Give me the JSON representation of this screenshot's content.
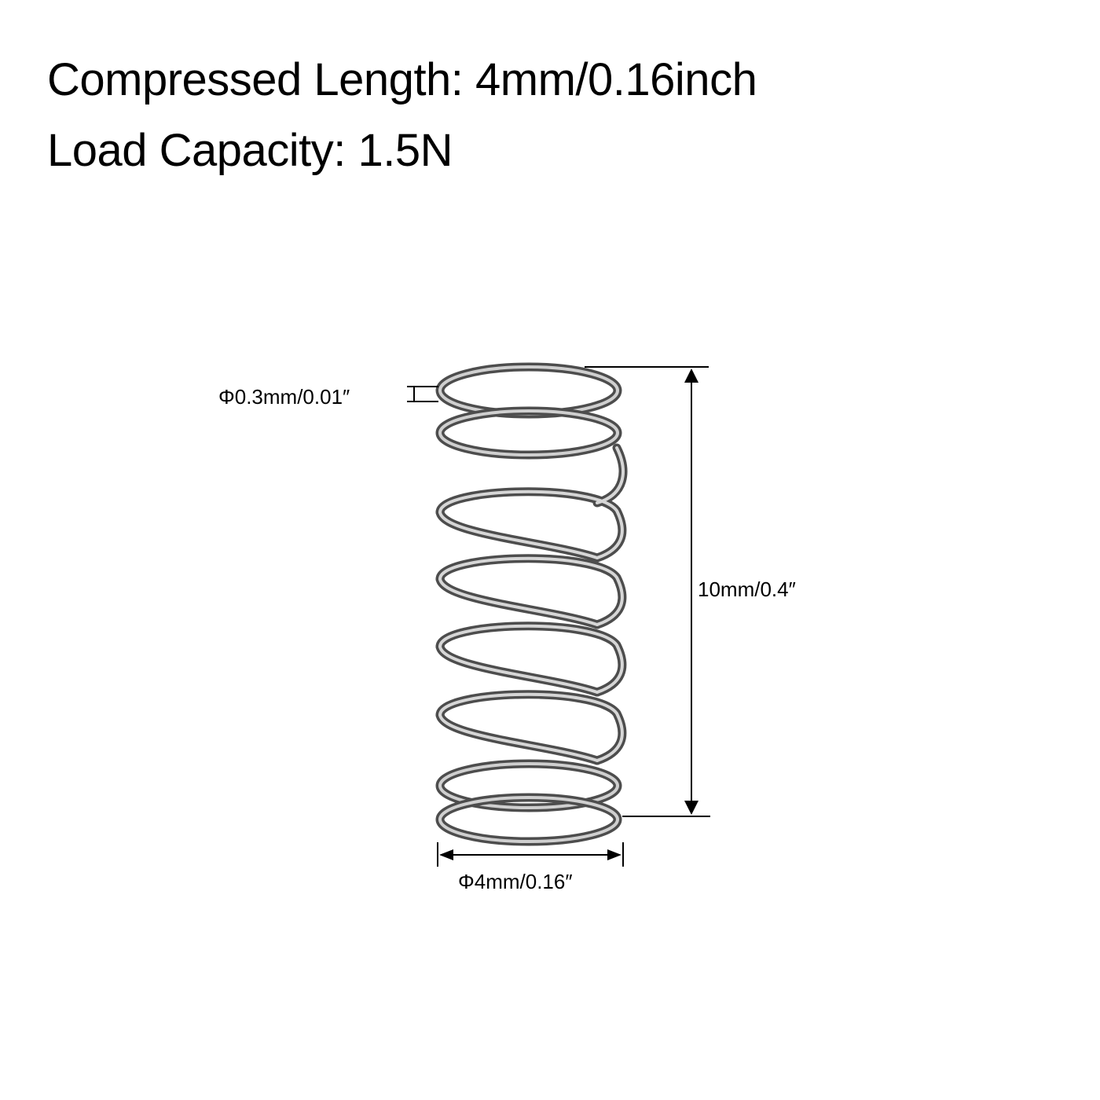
{
  "specs": {
    "compressed_length": "Compressed Length: 4mm/0.16inch",
    "load_capacity": "Load Capacity: 1.5N"
  },
  "dimensions": {
    "wire_diameter": "Φ0.3mm/0.01″",
    "free_length": "10mm/0.4″",
    "outer_diameter": "Φ4mm/0.16″"
  },
  "colors": {
    "background": "#ffffff",
    "text": "#000000",
    "spring_metal": "#8a8a8a",
    "spring_highlight": "#d9d9d9",
    "spring_shadow": "#4a4a4a"
  }
}
